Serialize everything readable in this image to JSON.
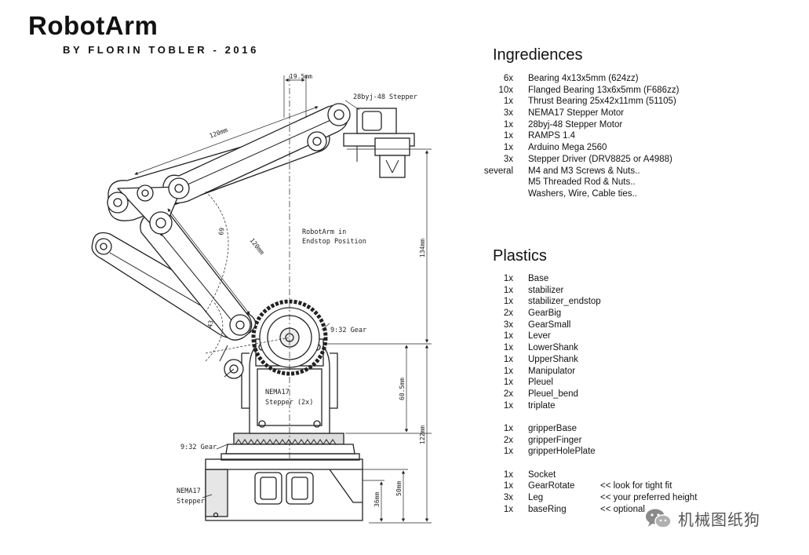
{
  "header": {
    "title": "RobotArm",
    "subtitle": "BY FLORIN TOBLER - 2016"
  },
  "diagram": {
    "labels": {
      "stepper_small": "28byj-48 Stepper",
      "endstop_note_1": "RobotArm in",
      "endstop_note_2": "Endstop Position",
      "gear_upper": "9:32 Gear",
      "gear_lower": "9:32 Gear",
      "nema_upper_1": "NEMA17",
      "nema_upper_2": "Stepper (2x)",
      "nema_lower_1": "NEMA17",
      "nema_lower_2": "Stepper"
    },
    "dimensions": {
      "top_offset": "19.5mm",
      "upper_arm": "120mm",
      "lower_arm": "120mm",
      "angle_a": "69",
      "angle_b": "43",
      "height_total_top": "134mm",
      "height_mid": "60.5mm",
      "height_total": "122mm",
      "height_base": "50mm",
      "height_base_inner": "36mm"
    }
  },
  "ingredients": {
    "title": "Ingrediences",
    "items": [
      {
        "qty": "6x",
        "name": "Bearing 4x13x5mm (624zz)"
      },
      {
        "qty": "10x",
        "name": "Flanged Bearing 13x6x5mm (F686zz)"
      },
      {
        "qty": "1x",
        "name": "Thrust Bearing 25x42x11mm (51105)"
      },
      {
        "qty": "3x",
        "name": "NEMA17 Stepper Motor"
      },
      {
        "qty": "1x",
        "name": "28byj-48 Stepper Motor"
      },
      {
        "qty": "1x",
        "name": "RAMPS 1.4"
      },
      {
        "qty": "1x",
        "name": "Arduino Mega 2560"
      },
      {
        "qty": "3x",
        "name": "Stepper Driver (DRV8825 or A4988)"
      },
      {
        "qty": "several",
        "name": "M4 and M3 Screws & Nuts.."
      },
      {
        "qty": "",
        "name": "M5 Threaded Rod & Nuts.."
      },
      {
        "qty": "",
        "name": "Washers, Wire, Cable ties.."
      }
    ]
  },
  "plastics": {
    "title": "Plastics",
    "group1": [
      {
        "qty": "1x",
        "name": "Base"
      },
      {
        "qty": "1x",
        "name": "stabilizer"
      },
      {
        "qty": "1x",
        "name": "stabilizer_endstop"
      },
      {
        "qty": "2x",
        "name": "GearBig"
      },
      {
        "qty": "3x",
        "name": "GearSmall"
      },
      {
        "qty": "1x",
        "name": "Lever"
      },
      {
        "qty": "1x",
        "name": "LowerShank"
      },
      {
        "qty": "1x",
        "name": "UpperShank"
      },
      {
        "qty": "1x",
        "name": "Manipulator"
      },
      {
        "qty": "1x",
        "name": "Pleuel"
      },
      {
        "qty": "2x",
        "name": "Pleuel_bend"
      },
      {
        "qty": "1x",
        "name": "triplate"
      }
    ],
    "group2": [
      {
        "qty": "1x",
        "name": "gripperBase"
      },
      {
        "qty": "2x",
        "name": "gripperFinger"
      },
      {
        "qty": "1x",
        "name": "gripperHolePlate"
      }
    ],
    "group3": [
      {
        "qty": "1x",
        "name": "Socket",
        "note": ""
      },
      {
        "qty": "1x",
        "name": "GearRotate",
        "note": "<< look for tight fit"
      },
      {
        "qty": "3x",
        "name": "Leg",
        "note": "<< your preferred height"
      },
      {
        "qty": "1x",
        "name": "baseRing",
        "note": "<< optional"
      }
    ]
  },
  "watermark": {
    "text": "机械图纸狗"
  }
}
